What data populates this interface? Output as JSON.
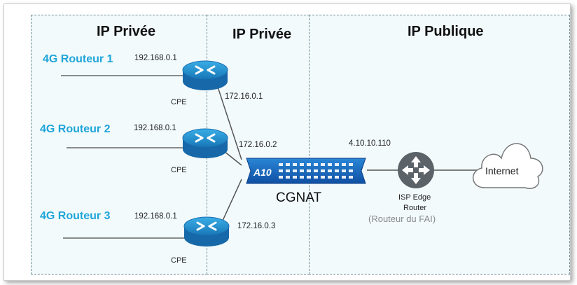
{
  "zones": [
    {
      "title": "IP Privée"
    },
    {
      "title": "IP Privée"
    },
    {
      "title": "IP Publique"
    }
  ],
  "routers": [
    {
      "name": "4G Routeur  1",
      "lan_ip": "192.168.0.1",
      "label": "CPE",
      "wan_ip": "172.16.0.1"
    },
    {
      "name": "4G Routeur  2",
      "lan_ip": "192.168.0.1",
      "label": "CPE",
      "wan_ip": "172.16.0.2"
    },
    {
      "name": "4G Routeur 3",
      "lan_ip": "192.168.0.1",
      "label": "CPE",
      "wan_ip": "172.16.0.3"
    }
  ],
  "cgnat": {
    "brand": "A10",
    "label": "CGNAT"
  },
  "uplink_ip": "4.10.10.110",
  "isp": {
    "line1": "ISP Edge",
    "line2": "Router",
    "french": "(Routeur  du FAI)"
  },
  "internet": {
    "label": "Internet"
  },
  "colors": {
    "accent": "#1fa5d8",
    "router_blue": "#1e90cf",
    "device_gray": "#5a6268"
  }
}
